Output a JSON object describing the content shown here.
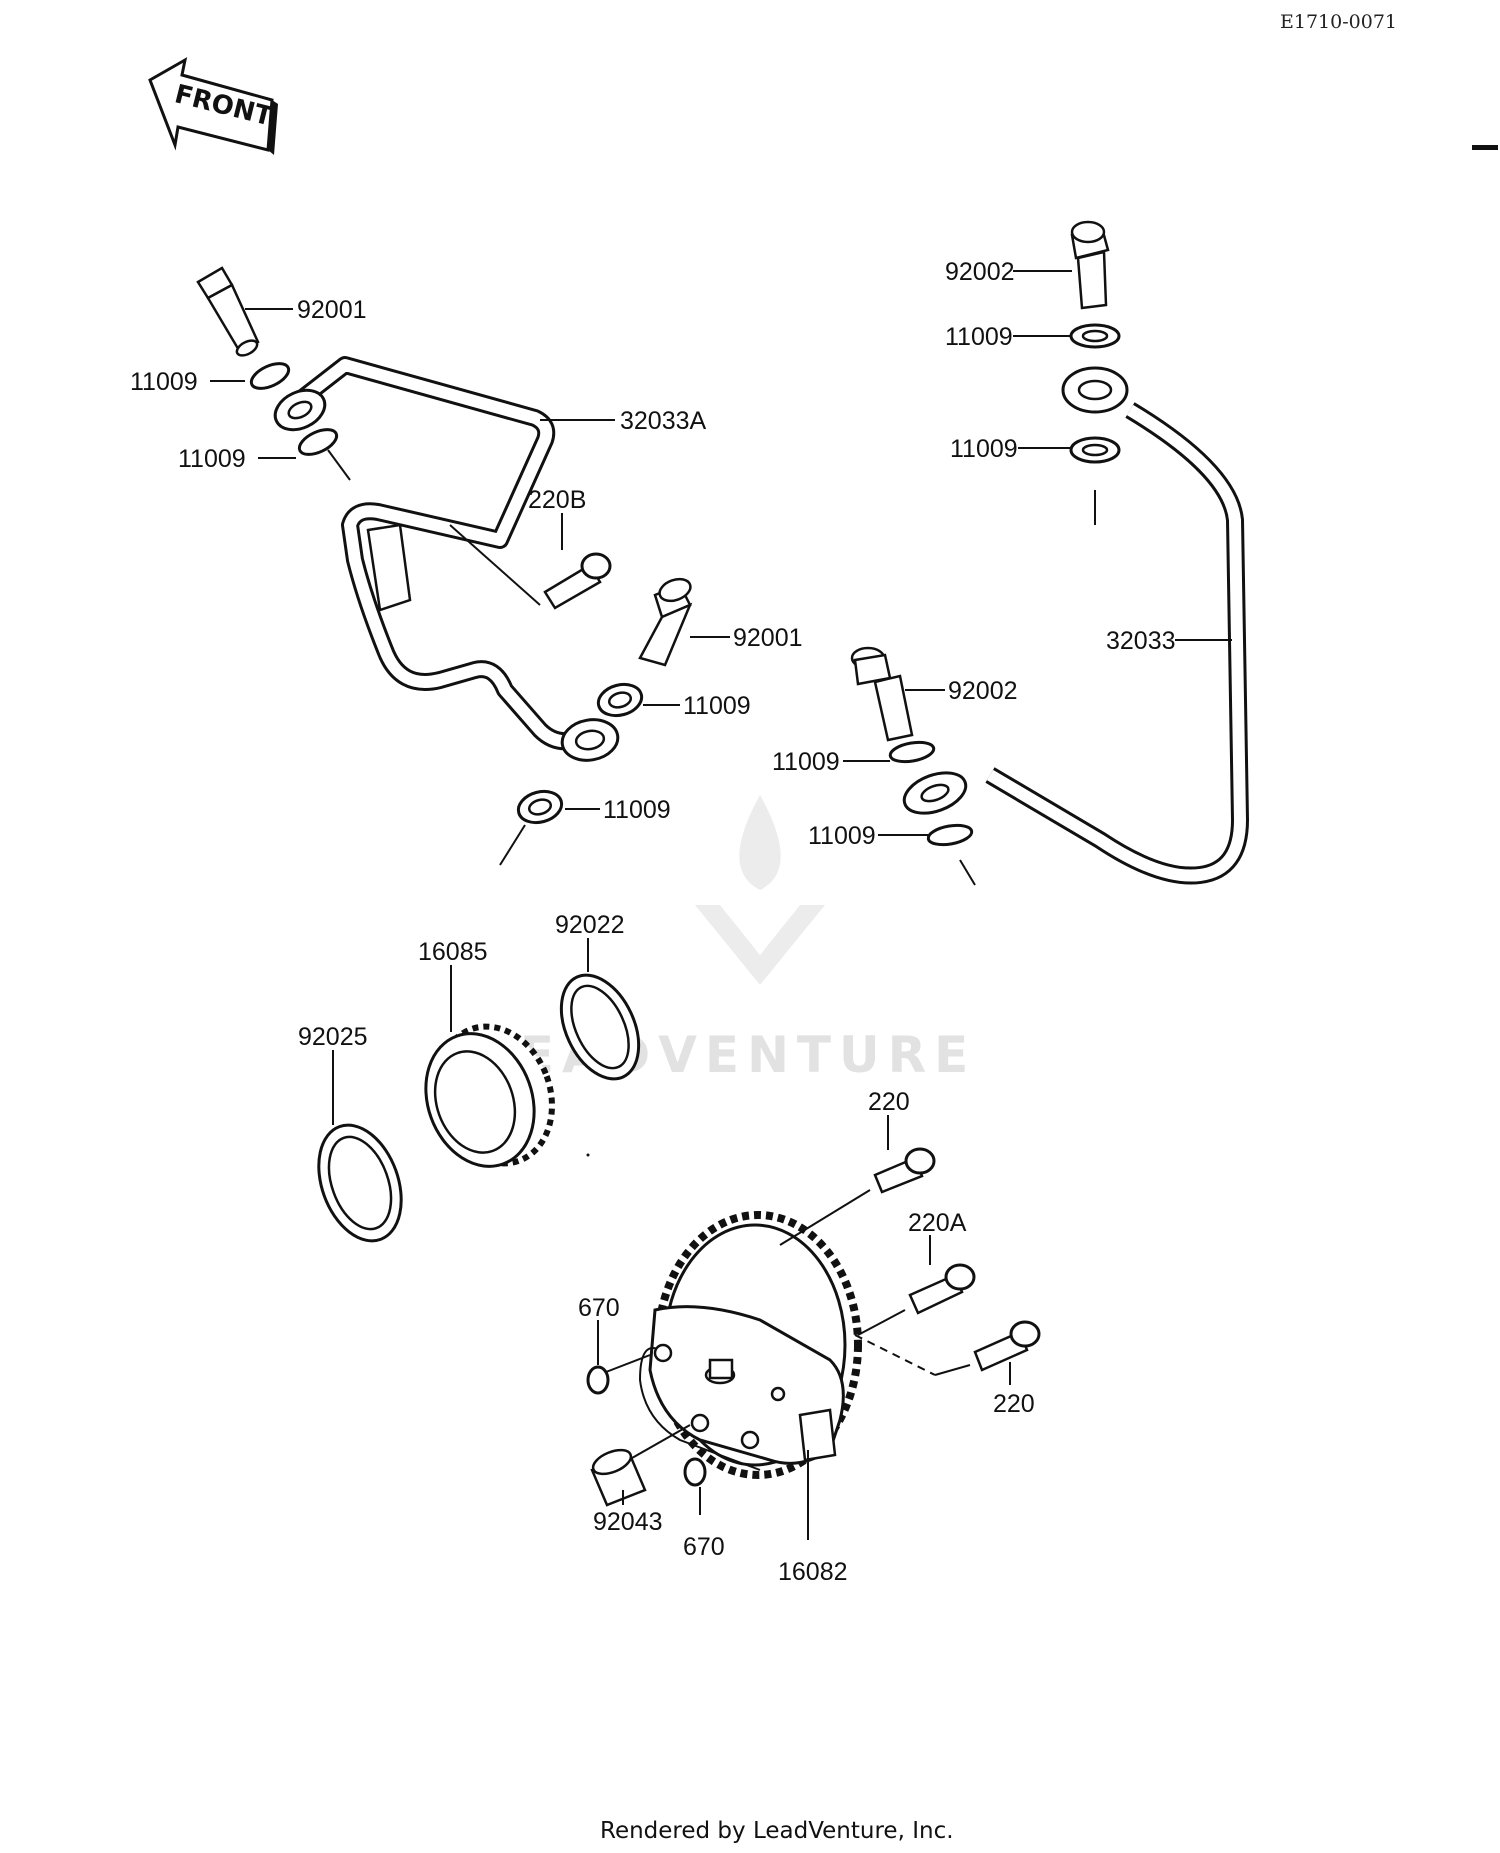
{
  "header": {
    "drawing_code": "E1710-0071"
  },
  "orientation": {
    "front_label": "FRONT"
  },
  "watermark": {
    "text": "LEADVENTURE"
  },
  "footer": {
    "text": "Rendered by LeadVenture, Inc."
  },
  "callouts": [
    {
      "id": "c1",
      "label": "92001"
    },
    {
      "id": "c2",
      "label": "11009"
    },
    {
      "id": "c3",
      "label": "32033A"
    },
    {
      "id": "c4",
      "label": "11009"
    },
    {
      "id": "c5",
      "label": "220B"
    },
    {
      "id": "c6",
      "label": "92001"
    },
    {
      "id": "c7",
      "label": "11009"
    },
    {
      "id": "c8",
      "label": "11009"
    },
    {
      "id": "c9",
      "label": "92002"
    },
    {
      "id": "c10",
      "label": "11009"
    },
    {
      "id": "c11",
      "label": "11009"
    },
    {
      "id": "c12",
      "label": "32033"
    },
    {
      "id": "c13",
      "label": "92002"
    },
    {
      "id": "c14",
      "label": "11009"
    },
    {
      "id": "c15",
      "label": "11009"
    },
    {
      "id": "c16",
      "label": "92022"
    },
    {
      "id": "c17",
      "label": "16085"
    },
    {
      "id": "c18",
      "label": "92025"
    },
    {
      "id": "c19",
      "label": "220"
    },
    {
      "id": "c20",
      "label": "220A"
    },
    {
      "id": "c21",
      "label": "670"
    },
    {
      "id": "c22",
      "label": "220"
    },
    {
      "id": "c23",
      "label": "92043"
    },
    {
      "id": "c24",
      "label": "670"
    },
    {
      "id": "c25",
      "label": "16082"
    }
  ]
}
